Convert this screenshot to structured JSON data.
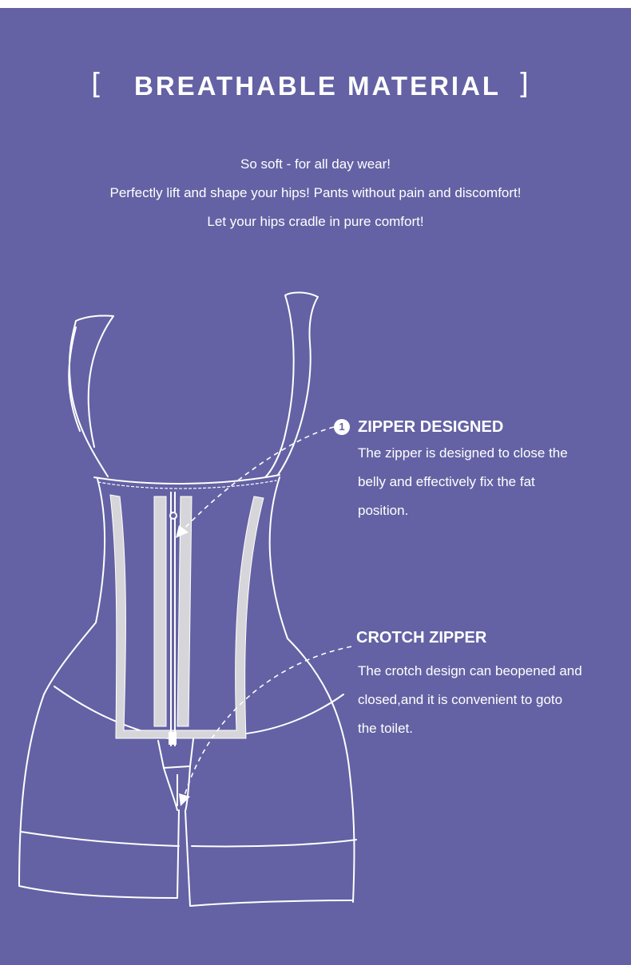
{
  "header": {
    "bracket_left": "[",
    "title": "BREATHABLE MATERIAL",
    "bracket_right": "]"
  },
  "intro": {
    "lines": [
      "So soft - for all day wear!",
      "Perfectly lift and shape your hips! Pants without pain and discomfort!",
      "Let your hips cradle in pure comfort!"
    ]
  },
  "callouts": [
    {
      "number": "1",
      "title": "ZIPPER DESIGNED",
      "body_lines": [
        "The zipper is designed to close the",
        "belly and effectively fix the fat",
        "position."
      ]
    },
    {
      "title": "CROTCH ZIPPER",
      "body_lines": [
        "The crotch design can beopened and",
        "closed,and it is convenient to goto",
        "the toilet."
      ]
    }
  ],
  "colors": {
    "background": "#6462a4",
    "line": "#ffffff",
    "boning": "#d6d6da"
  }
}
